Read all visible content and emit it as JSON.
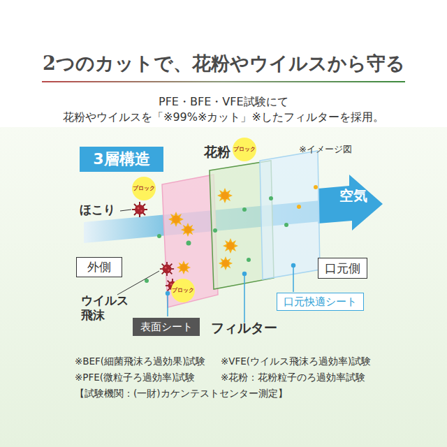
{
  "diagram": {
    "title": "2つのカットで、花粉やウイルスから守る",
    "nodes": [
      {
        "text": [
          "3層構造"
        ]
      },
      {
        "text": [
          "ブロック"
        ]
      },
      {
        "text": [
          "ブロック"
        ]
      },
      {
        "text": [
          "外側"
        ]
      },
      {
        "text": [
          "口元側"
        ]
      },
      {
        "text": [
          "ブロック"
        ]
      },
      {
        "text": [
          "口元快適シート"
        ]
      },
      {
        "text": [
          "表面シート"
        ]
      }
    ],
    "labels": [
      "PFE・BFE・VFE試験にて",
      "花粉やウイルスを「※99%※カット」※したフィルターを採用。",
      "花粉",
      "※イメージ図",
      "空気",
      "ほこり",
      "ウイルス 飛沫",
      "フィルター",
      "※BEF(細菌飛沫ろ過効果)試験",
      "※VFE(ウイルス飛沫ろ過効率)試験",
      "※PFE(微粒子ろ過効率)試験",
      "※花粉：花粉粒子のろ過効率試験",
      "【試験機関：(一財)カケンテストセンター測定】"
    ]
  }
}
